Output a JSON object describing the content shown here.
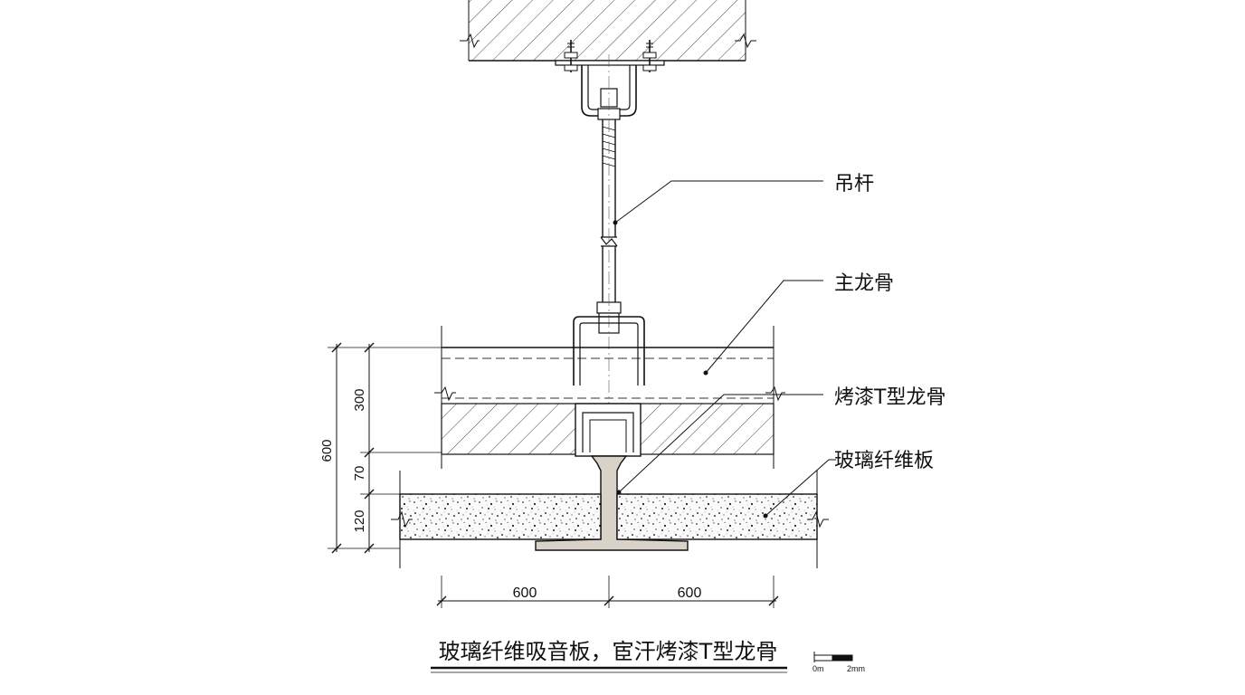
{
  "title": "玻璃纤维吸音板，宦汗烤漆T型龙骨",
  "labels": {
    "hanger_rod": "吊杆",
    "main_keel": "主龙骨",
    "t_keel": "烤漆T型龙骨",
    "panel": "玻璃纤维板"
  },
  "dimensions": {
    "left_total": "600",
    "left_top": "300",
    "left_mid": "70",
    "left_bottom": "120",
    "bottom_left": "600",
    "bottom_right": "600"
  },
  "scale_bar": {
    "start": "0m",
    "end": "2mm"
  }
}
